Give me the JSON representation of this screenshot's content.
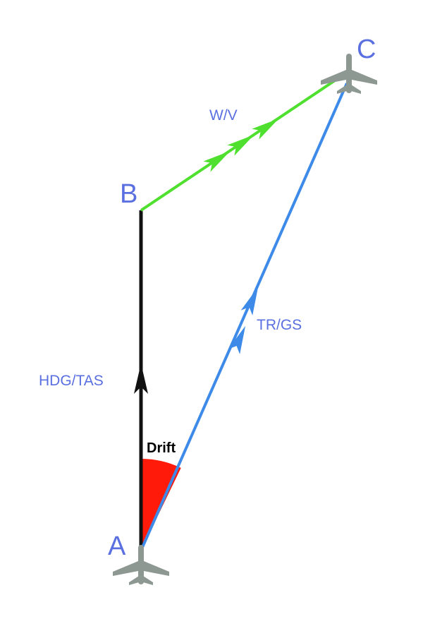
{
  "points": {
    "a": "A",
    "b": "B",
    "c": "C"
  },
  "vectors": {
    "heading": "HDG/TAS",
    "wind": "W/V",
    "track": "TR/GS"
  },
  "angle": {
    "label": "Drift"
  },
  "colors": {
    "heading": "#111111",
    "wind": "#4fe02f",
    "track": "#3d8ae8",
    "drift": "#ff1a0a",
    "label": "#5a6fe0",
    "aircraft": "#8e9892"
  },
  "icons": {
    "aircraft": "airplane-icon"
  }
}
